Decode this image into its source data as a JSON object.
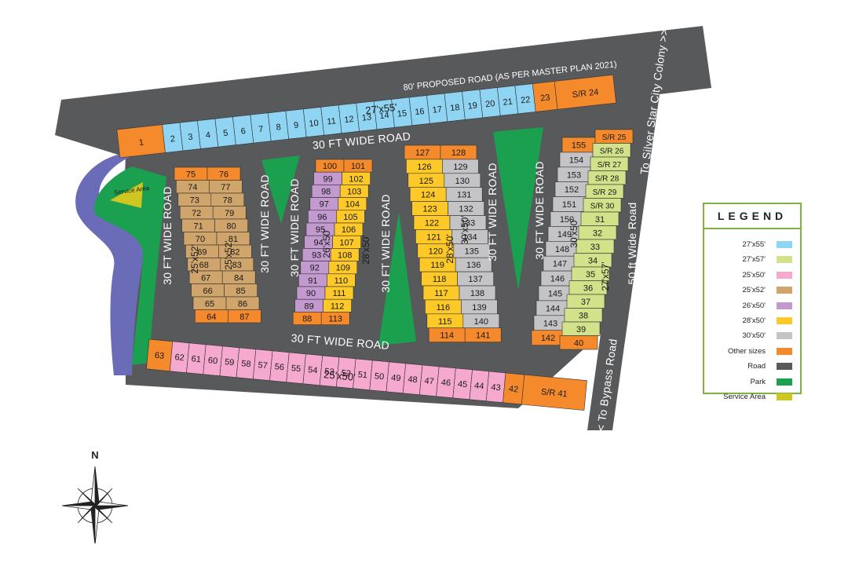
{
  "colors": {
    "c2755": "#8fd4f2",
    "c2757": "#d2e28b",
    "c2550": "#f5a9cf",
    "c2552": "#cfa56b",
    "c2650": "#c39ad0",
    "c2850": "#fcc928",
    "c3050": "#c4c4c6",
    "other": "#f58a2c",
    "road": "#58595b",
    "park": "#1aa04f",
    "service": "#cfc622",
    "river": "#6a6cb8"
  },
  "roads": {
    "top": "80' PROPOSED ROAD (AS PER MASTER PLAN 2021)",
    "ft30": "30 FT WIDE ROAD",
    "ft50": "50 ft Wide Road",
    "to_silver": "To Silver Star City  Colony >>",
    "to_bypass": "<< To Bypass Road"
  },
  "service_area": "Service Area",
  "dims": {
    "top_row": "27'x55'",
    "bottom_row": "25'x50'",
    "c2552a": "25'x52'",
    "c2552b": "25'x52'",
    "c2650": "26'x50'",
    "c2850a": "28'x50'",
    "c2850b": "28'x50'",
    "c3050a": "30'x50'",
    "c3050b": "30'x50'",
    "c2757": "27'x57'"
  },
  "plots": {
    "top_row": [
      "1",
      "2",
      "3",
      "4",
      "5",
      "6",
      "7",
      "8",
      "9",
      "10",
      "11",
      "12",
      "13",
      "14",
      "15",
      "16",
      "17",
      "18",
      "19",
      "20",
      "21",
      "22",
      "23",
      "S/R 24"
    ],
    "bottom_row": [
      "63",
      "62",
      "61",
      "60",
      "59",
      "58",
      "57",
      "56",
      "55",
      "54",
      "53",
      "52",
      "51",
      "50",
      "49",
      "48",
      "47",
      "46",
      "45",
      "44",
      "43",
      "42",
      "S/R 41"
    ],
    "b1_left": [
      "75",
      "74",
      "73",
      "72",
      "71",
      "70",
      "69",
      "68",
      "67",
      "66",
      "65",
      "64"
    ],
    "b1_right": [
      "76",
      "77",
      "78",
      "79",
      "80",
      "81",
      "82",
      "83",
      "84",
      "85",
      "86",
      "87"
    ],
    "b2_left": [
      "100",
      "99",
      "98",
      "97",
      "96",
      "95",
      "94",
      "93",
      "92",
      "91",
      "90",
      "89",
      "88"
    ],
    "b2_right": [
      "101",
      "102",
      "103",
      "104",
      "105",
      "106",
      "107",
      "108",
      "109",
      "110",
      "111",
      "112",
      "113"
    ],
    "b3_left": [
      "127",
      "126",
      "125",
      "124",
      "123",
      "122",
      "121",
      "120",
      "119",
      "118",
      "117",
      "116",
      "115",
      "114"
    ],
    "b3_right": [
      "128",
      "129",
      "130",
      "131",
      "132",
      "133",
      "134",
      "135",
      "136",
      "137",
      "138",
      "139",
      "140",
      "141"
    ],
    "b4_left": [
      "155",
      "154",
      "153",
      "152",
      "151",
      "150",
      "149",
      "148",
      "147",
      "146",
      "145",
      "144",
      "143",
      "142"
    ],
    "b4_right": [
      "S/R 25",
      "S/R 26",
      "S/R 27",
      "S/R 28",
      "S/R 29",
      "S/R 30",
      "31",
      "32",
      "33",
      "34",
      "35",
      "36",
      "37",
      "38",
      "39",
      "40"
    ]
  },
  "legend": {
    "title": "LEGEND",
    "items": [
      {
        "label": "27'x55'",
        "color": "#8fd4f2"
      },
      {
        "label": "27'x57'",
        "color": "#d2e28b"
      },
      {
        "label": "25'x50'",
        "color": "#f5a9cf"
      },
      {
        "label": "25'x52'",
        "color": "#cfa56b"
      },
      {
        "label": "26'x50'",
        "color": "#c39ad0"
      },
      {
        "label": "28'x50'",
        "color": "#fcc928"
      },
      {
        "label": "30'x50'",
        "color": "#c4c4c6"
      },
      {
        "label": "Other sizes",
        "color": "#f58a2c"
      },
      {
        "label": "Road",
        "color": "#58595b"
      },
      {
        "label": "Park",
        "color": "#1aa04f"
      },
      {
        "label": "Service Area",
        "color": "#cfc622"
      }
    ]
  },
  "compass": {
    "north": "N"
  }
}
